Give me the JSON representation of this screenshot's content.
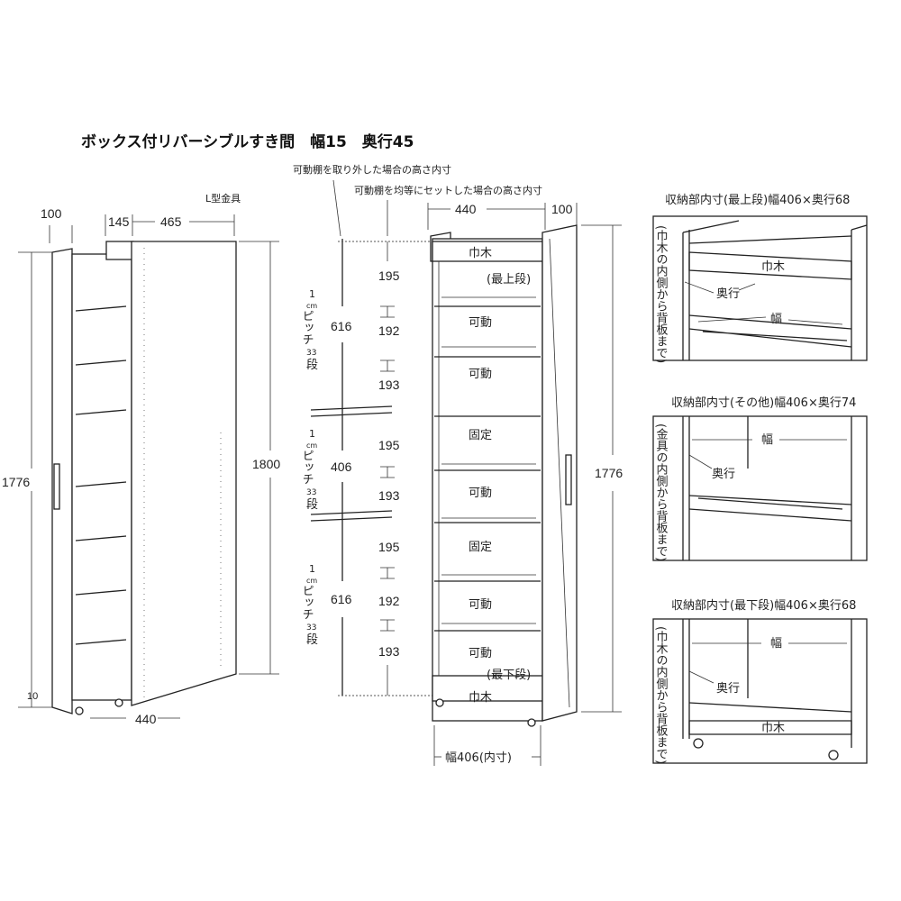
{
  "title": "ボックス付リバーシブルすき間　幅15　奥行45",
  "left_view": {
    "bracket_label": "L型金具",
    "dim_top_side": "100",
    "dim_top_box": "145",
    "dim_top_front": "465",
    "dim_height_front": "1800",
    "dim_height_side": "1776",
    "dim_bottom_gap": "10",
    "dim_depth": "440"
  },
  "middle": {
    "note_removed": "可動棚を取り外した場合の高さ内寸",
    "note_equal": "可動棚を均等にセットした場合の高さ内寸",
    "dim_width": "440",
    "dim_side": "100",
    "dim_height": "1776",
    "dim_inner_width": "幅406(内寸)",
    "section_heights": [
      "616",
      "406",
      "616"
    ],
    "pitch_label": {
      "num": "1",
      "unit": "cm",
      "text": "ピッチ",
      "count": "33",
      "suffix": "段"
    },
    "shelf_heights": [
      "195",
      "192",
      "193",
      "195",
      "193",
      "195",
      "192",
      "193"
    ],
    "shelf_labels": [
      "巾木",
      "(最上段)",
      "可動",
      "可動",
      "固定",
      "可動",
      "固定",
      "可動",
      "可動",
      "(最下段)",
      "巾木"
    ]
  },
  "details": [
    {
      "title": "収納部内寸(最上段)幅406×奥行68",
      "side_note": "(巾木の内側から背板まで)",
      "label_a": "巾木",
      "label_depth": "奥行",
      "label_width": "幅"
    },
    {
      "title": "収納部内寸(その他)幅406×奥行74",
      "side_note": "(金具の内側から背板まで)",
      "label_depth": "奥行",
      "label_width": "幅"
    },
    {
      "title": "収納部内寸(最下段)幅406×奥行68",
      "side_note": "(巾木の内側から背板まで)",
      "label_a": "巾木",
      "label_depth": "奥行",
      "label_width": "幅"
    }
  ]
}
